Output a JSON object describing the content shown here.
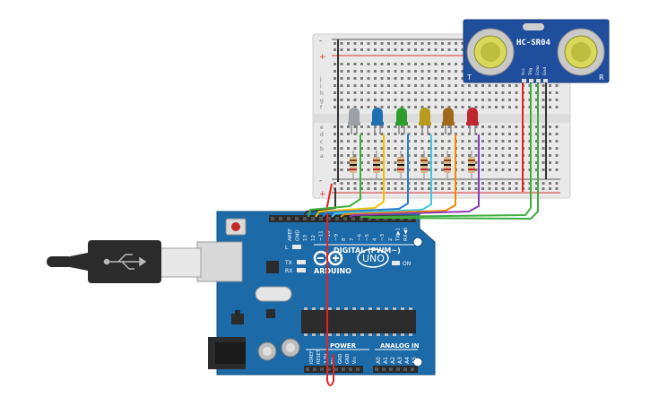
{
  "sensor": {
    "model_label": "HC-SR04",
    "pin_labels": [
      "Vcc",
      "Trig",
      "Echo",
      "Gnd"
    ],
    "corner_left": "T",
    "corner_right": "R"
  },
  "arduino": {
    "logo_text": "ARDUINO",
    "model_badge": "UNO",
    "digital_header": "DIGITAL (PWM~)",
    "power_label": "POWER",
    "analog_label": "ANALOG IN",
    "on_label": "ON",
    "led_l": "L",
    "led_tx": "TX",
    "led_rx": "RX",
    "top_pin_labels": [
      "AREF",
      "GND",
      "13",
      "12",
      "~11",
      "~10",
      "~9",
      "8",
      "7",
      "~6",
      "~5",
      "4",
      "~3",
      "2",
      "TX▶1",
      "RX◀0"
    ],
    "power_pin_labels": [
      "IOREF",
      "RESET",
      "3.3V",
      "5V",
      "GND",
      "GND",
      "Vin"
    ],
    "analog_pin_labels": [
      "A0",
      "A1",
      "A2",
      "A3",
      "A4",
      "A5"
    ]
  },
  "breadboard": {
    "row_letters_top": [
      "a",
      "b",
      "c",
      "d",
      "e"
    ],
    "row_letters_bottom": [
      "f",
      "g",
      "h",
      "i",
      "j"
    ],
    "rail_plus": "+",
    "rail_minus": "-"
  },
  "leds": [
    {
      "color": "#9aa0a6"
    },
    {
      "color": "#1f6fb2"
    },
    {
      "color": "#2e9d2e"
    },
    {
      "color": "#b89a1e"
    },
    {
      "color": "#a06a1a"
    },
    {
      "color": "#c0262d"
    }
  ],
  "colors": {
    "board": "#1c6aa8",
    "sensor_board": "#1f4e9c",
    "breadboard": "#e9e9e9",
    "wire_red": "#e52222",
    "wire_black": "#333333",
    "wire_green": "#3fae3f",
    "wire_yellow": "#f2c200",
    "wire_cyan": "#3ec9e0",
    "wire_orange": "#f08a00",
    "wire_purple": "#8c3ab8",
    "wire_blue": "#2a7ad0"
  }
}
